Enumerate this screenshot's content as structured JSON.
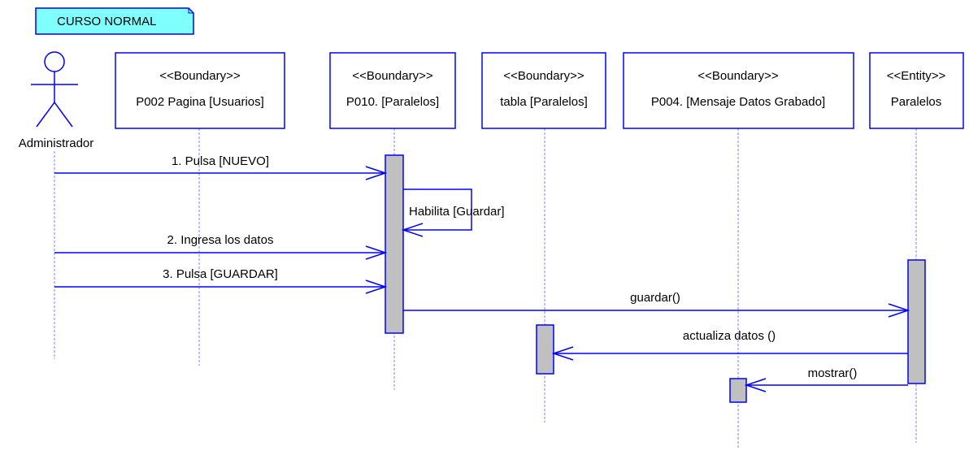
{
  "note": {
    "text": "CURSO NORMAL"
  },
  "colors": {
    "line": "#0000ff",
    "box_border": "#0000ff",
    "lifeline": "#8080ff",
    "activation_fill": "#c0c0c0",
    "note_fill": "#80ffff",
    "text": "#000000"
  },
  "actor": {
    "name": "Administrador",
    "icon": "stick-figure-actor-icon"
  },
  "participants": [
    {
      "stereotype": "<<Boundary>>",
      "name": "P002 Pagina [Usuarios]"
    },
    {
      "stereotype": "<<Boundary>>",
      "name": "P010. [Paralelos]"
    },
    {
      "stereotype": "<<Boundary>>",
      "name": "tabla [Paralelos]"
    },
    {
      "stereotype": "<<Boundary>>",
      "name": "P004. [Mensaje Datos Grabado]"
    },
    {
      "stereotype": "<<Entity>>",
      "name": "Paralelos"
    }
  ],
  "messages": [
    {
      "label": "1. Pulsa [NUEVO]"
    },
    {
      "label": "Habilita [Guardar]"
    },
    {
      "label": "2. Ingresa los datos"
    },
    {
      "label": "3. Pulsa [GUARDAR]"
    },
    {
      "label": "guardar()"
    },
    {
      "label": "actualiza datos ()"
    },
    {
      "label": "mostrar()"
    }
  ]
}
